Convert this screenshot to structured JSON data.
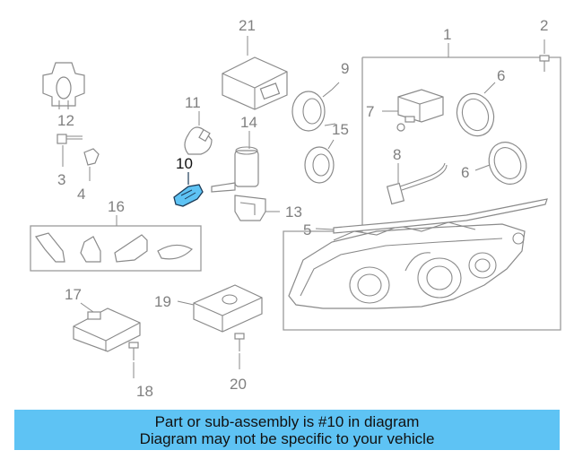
{
  "diagram": {
    "highlight_color": "#5ec3f4",
    "callouts": {
      "c1": "1",
      "c2": "2",
      "c3": "3",
      "c4": "4",
      "c5": "5",
      "c6a": "6",
      "c6b": "6",
      "c7": "7",
      "c8": "8",
      "c9": "9",
      "c10": "10",
      "c11": "11",
      "c12": "12",
      "c13": "13",
      "c14": "14",
      "c15": "15",
      "c16": "16",
      "c17": "17",
      "c18": "18",
      "c19": "19",
      "c20": "20",
      "c21": "21"
    }
  },
  "banner": {
    "line1": "Part or sub-assembly is #10 in diagram",
    "line2": "Diagram may not be specific to your vehicle"
  }
}
